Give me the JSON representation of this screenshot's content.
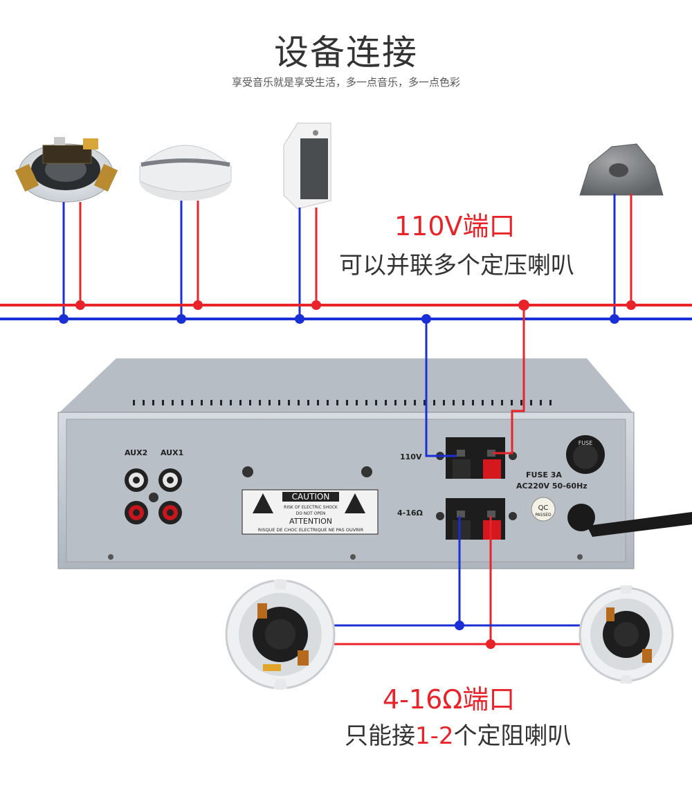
{
  "header": {
    "title": "设备连接",
    "subtitle": "享受音乐就是享受生活，多一点音乐，多一点色彩"
  },
  "annotations": {
    "port_110v": "110V端口",
    "port_110v_desc": "可以并联多个定压喇叭",
    "port_ohm": "4-16Ω端口",
    "port_ohm_desc_prefix": "只能接",
    "port_ohm_desc_highlight": "1-2",
    "port_ohm_desc_suffix": "个定阻喇叭"
  },
  "amplifier": {
    "aux2": "AUX2",
    "aux1": "AUX1",
    "caution": "CAUTION",
    "caution_line1": "RISK OF ELECTRIC SHOCK",
    "caution_line2": "DO NOT OPEN",
    "attention": "ATTENTION",
    "attention_line": "RISQUE DE CHOC ELECTRIQUE NE PAS OUVRIR",
    "terminal_110v": "110V",
    "terminal_ohm": "4-16Ω",
    "fuse_label": "FUSE 3A",
    "fuse_cap": "FUSE",
    "power_spec": "AC220V 50-60Hz",
    "qc": "QC",
    "qc_passed": "PASSED"
  },
  "colors": {
    "positive_wire": "#e8242a",
    "negative_wire": "#1a2fd6",
    "chassis": "#c9cfd6"
  }
}
